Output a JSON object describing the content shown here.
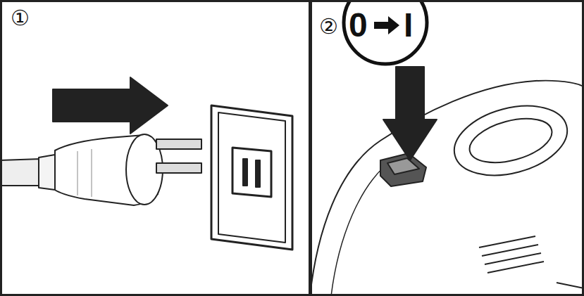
{
  "diagram": {
    "nodes": [
      {
        "text": [
          "①"
        ]
      },
      {
        "text": [
          "②"
        ]
      },
      {
        "text": [
          "0",
          "I"
        ],
        "in": 1
      }
    ]
  }
}
